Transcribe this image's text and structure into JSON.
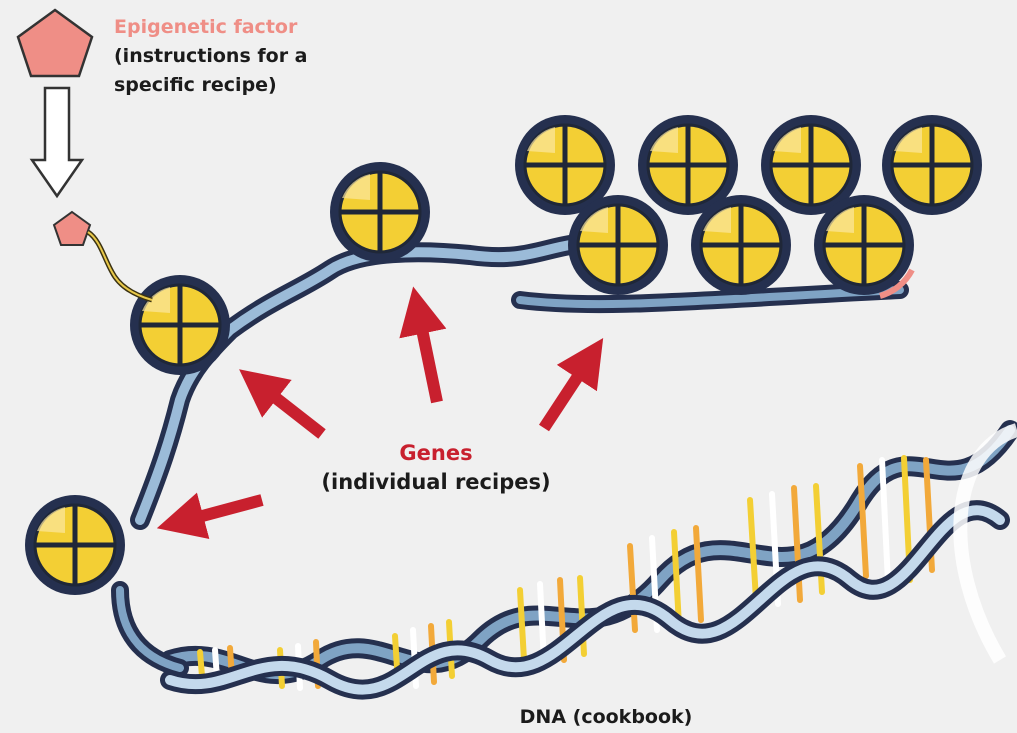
{
  "colors": {
    "background": "#f0f0f0",
    "epigenetic": "#ef8e86",
    "gene_arrow": "#c8202e",
    "nucleosome_fill": "#f3cf34",
    "nucleosome_rim": "#25304f",
    "dna_strand_light": "#c4d9ec",
    "dna_strand_mid": "#7fa3c4"
  },
  "labels": {
    "epigenetic_factor": "Epigenetic factor",
    "epigenetic_sub1": "(instructions for a",
    "epigenetic_sub2": "specific recipe)",
    "genes": "Genes",
    "genes_sub": "(individual recipes)",
    "dna": "DNA (cookbook)"
  },
  "icons": {
    "epigenetic_factor_shape": "pentagon-icon",
    "bound_factor_shape": "small-pentagon-icon",
    "pointer": "down-arrow-icon",
    "gene_pointer": "red-arrow-icon"
  }
}
